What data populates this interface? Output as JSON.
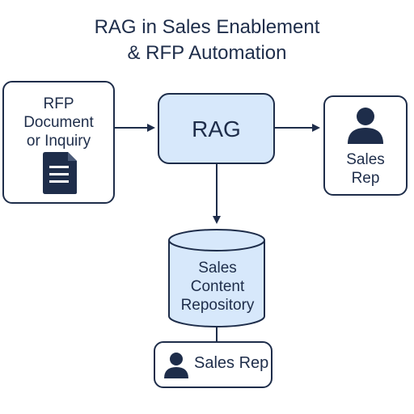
{
  "title": {
    "line1": "RAG in Sales Enablement",
    "line2": "& RFP Automation"
  },
  "nodes": {
    "rfp": {
      "lines": [
        "RFP",
        "Document",
        "or Inquiry"
      ],
      "icon": "document-icon"
    },
    "rag": {
      "label": "RAG"
    },
    "sales_rep_right": {
      "lines": [
        "Sales",
        "Rep"
      ],
      "icon": "person-icon"
    },
    "repository": {
      "lines": [
        "Sales",
        "Content",
        "Repository"
      ],
      "icon": "database-cylinder"
    },
    "sales_rep_bottom": {
      "label": "Sales Rep",
      "icon": "person-icon"
    }
  },
  "colors": {
    "stroke": "#1e2d4a",
    "fill_accent": "#d7e8fb",
    "icon_fill": "#1e2d4a"
  }
}
